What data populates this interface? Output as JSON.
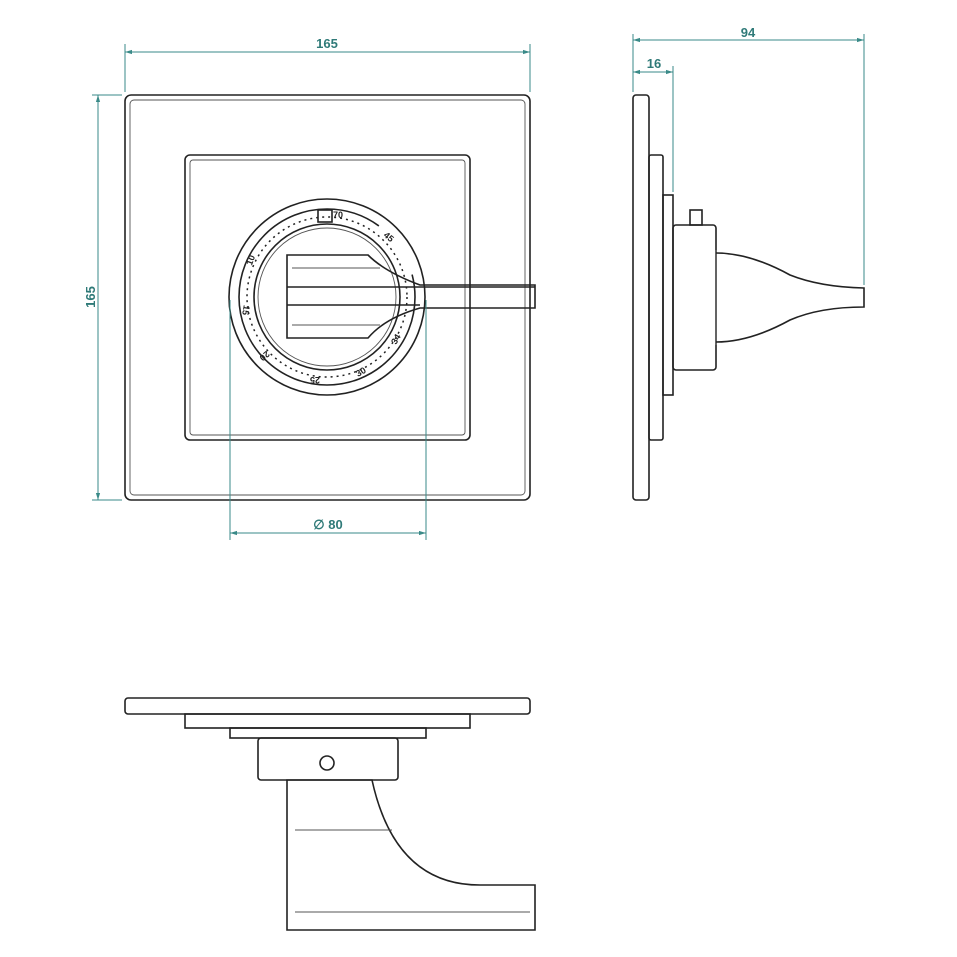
{
  "dimensions": {
    "front_width": "165",
    "front_height": "165",
    "dial_diameter": "∅ 80",
    "side_depth": "94",
    "side_plate": "16"
  },
  "dial_labels": [
    "70",
    "45",
    "34",
    "30",
    "25",
    "20",
    "15",
    "10"
  ],
  "colors": {
    "dimension": "#3a8a88",
    "outline": "#222222"
  }
}
